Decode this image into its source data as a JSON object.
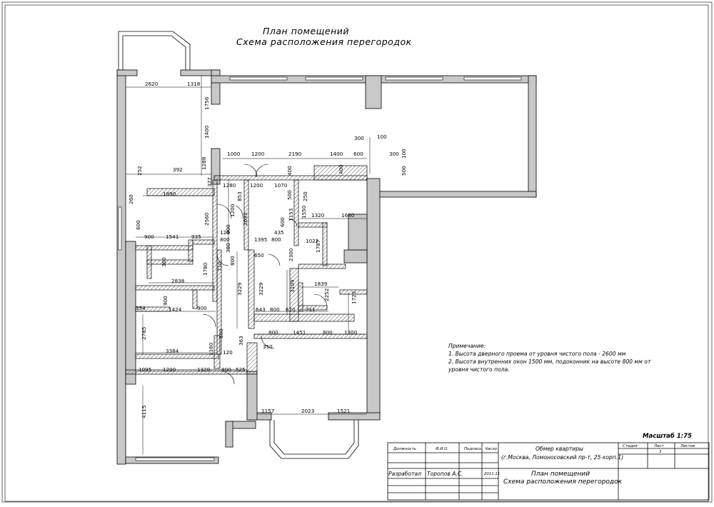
{
  "title": {
    "line1": "План помещений",
    "line2": "Схема расположения перегородок"
  },
  "notes": {
    "heading": "Примечание:",
    "items": [
      "1. Высота дверного проема от уровня чистого пола - 2600 мм",
      "2. Высота внутренних окон 1500 мм, подоконник на высоте 800 мм от",
      "уровня чистого пола."
    ]
  },
  "scale": "Масштаб 1:75",
  "title_block": {
    "headers": [
      "Должность",
      "Ф.И.О.",
      "Подпись",
      "Число"
    ],
    "role": "Разработал",
    "name": "Торопов А.С.",
    "date": "2011.11",
    "project": "Обмер квартиры",
    "address": "(г.Москва, Ломоносовский пр-т, 25 корп.1)",
    "stage_headers": [
      "Стадия",
      "Лист",
      "Листов"
    ],
    "sheet_number": "3",
    "sheet_title_1": "План помещений",
    "sheet_title_2": "Схема расположения перегородок"
  },
  "dimensions": [
    {
      "id": "d2620",
      "text": "2620"
    },
    {
      "id": "d1318",
      "text": "1318"
    },
    {
      "id": "d1756",
      "text": "1756"
    },
    {
      "id": "d1400v",
      "text": "1400"
    },
    {
      "id": "d1288",
      "text": "1288"
    },
    {
      "id": "d1000",
      "text": "1000"
    },
    {
      "id": "d1200a",
      "text": "1200"
    },
    {
      "id": "d2190",
      "text": "2190"
    },
    {
      "id": "d1400",
      "text": "1400"
    },
    {
      "id": "d600",
      "text": "600"
    },
    {
      "id": "d300t",
      "text": "300"
    },
    {
      "id": "d100t",
      "text": "100"
    },
    {
      "id": "d300",
      "text": "300"
    },
    {
      "id": "d100",
      "text": "100"
    },
    {
      "id": "d500",
      "text": "500"
    },
    {
      "id": "d252",
      "text": "252"
    },
    {
      "id": "d392",
      "text": "392"
    },
    {
      "id": "d377",
      "text": "377"
    },
    {
      "id": "d1280",
      "text": "1280"
    },
    {
      "id": "d1200b",
      "text": "1200"
    },
    {
      "id": "d1070",
      "text": "1070"
    },
    {
      "id": "d400a",
      "text": "400"
    },
    {
      "id": "d400b",
      "text": "400"
    },
    {
      "id": "d260",
      "text": "260"
    },
    {
      "id": "d1890",
      "text": "1890"
    },
    {
      "id": "d853",
      "text": "853"
    },
    {
      "id": "d500b",
      "text": "500"
    },
    {
      "id": "d250",
      "text": "250"
    },
    {
      "id": "d2560",
      "text": "2560"
    },
    {
      "id": "d1200v",
      "text": "1200"
    },
    {
      "id": "d2693",
      "text": "2693"
    },
    {
      "id": "d1153",
      "text": "1153"
    },
    {
      "id": "d1550",
      "text": "1550"
    },
    {
      "id": "d1320",
      "text": "1320"
    },
    {
      "id": "d1680",
      "text": "1680"
    },
    {
      "id": "d600l",
      "text": "600"
    },
    {
      "id": "d900a",
      "text": "900"
    },
    {
      "id": "d1541",
      "text": "1541"
    },
    {
      "id": "d935",
      "text": "935"
    },
    {
      "id": "d120a",
      "text": "120"
    },
    {
      "id": "d800a",
      "text": "800"
    },
    {
      "id": "d900v",
      "text": "900"
    },
    {
      "id": "d600c",
      "text": "600"
    },
    {
      "id": "d435",
      "text": "435"
    },
    {
      "id": "d1395",
      "text": "1395"
    },
    {
      "id": "d800b",
      "text": "800"
    },
    {
      "id": "d1022",
      "text": "1022"
    },
    {
      "id": "d1787",
      "text": "1787"
    },
    {
      "id": "d380",
      "text": "380"
    },
    {
      "id": "d650",
      "text": "650"
    },
    {
      "id": "d2300",
      "text": "2300"
    },
    {
      "id": "d360",
      "text": "360"
    },
    {
      "id": "d1780",
      "text": "1780"
    },
    {
      "id": "d710",
      "text": "710"
    },
    {
      "id": "d800c",
      "text": "800"
    },
    {
      "id": "d2838",
      "text": "2838"
    },
    {
      "id": "d3229a",
      "text": "3229"
    },
    {
      "id": "d3229b",
      "text": "3229"
    },
    {
      "id": "d3109",
      "text": "3109"
    },
    {
      "id": "d1839",
      "text": "1839"
    },
    {
      "id": "d2252",
      "text": "2252"
    },
    {
      "id": "d1723",
      "text": "1723"
    },
    {
      "id": "d354",
      "text": "354"
    },
    {
      "id": "d900b",
      "text": "900"
    },
    {
      "id": "d1424",
      "text": "1424"
    },
    {
      "id": "d900c",
      "text": "900"
    },
    {
      "id": "d643",
      "text": "643"
    },
    {
      "id": "d800d",
      "text": "800"
    },
    {
      "id": "d620",
      "text": "620"
    },
    {
      "id": "d711",
      "text": "711"
    },
    {
      "id": "d2785",
      "text": "2785"
    },
    {
      "id": "d800e",
      "text": "800"
    },
    {
      "id": "d800f",
      "text": "800"
    },
    {
      "id": "d1451",
      "text": "1451"
    },
    {
      "id": "d800g",
      "text": "800"
    },
    {
      "id": "d1300",
      "text": "1300"
    },
    {
      "id": "d363",
      "text": "363"
    },
    {
      "id": "d350",
      "text": "350"
    },
    {
      "id": "d3384",
      "text": "3384"
    },
    {
      "id": "d1160",
      "text": "1160"
    },
    {
      "id": "d120b",
      "text": "120"
    },
    {
      "id": "d1095",
      "text": "1095"
    },
    {
      "id": "d1200c",
      "text": "1200"
    },
    {
      "id": "d1329",
      "text": "1329"
    },
    {
      "id": "d800h",
      "text": "800"
    },
    {
      "id": "d525",
      "text": "525"
    },
    {
      "id": "d4115",
      "text": "4115"
    },
    {
      "id": "d1157",
      "text": "1157"
    },
    {
      "id": "d2023",
      "text": "2023"
    },
    {
      "id": "d1521",
      "text": "1521"
    }
  ]
}
